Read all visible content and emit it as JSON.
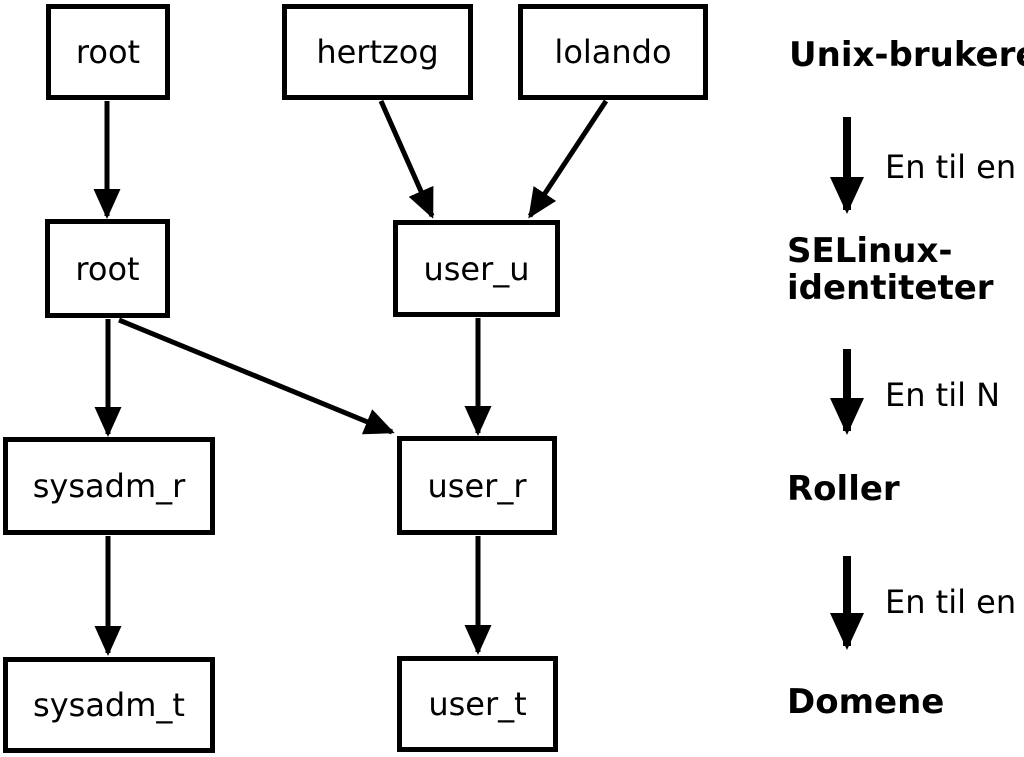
{
  "nodes": {
    "unix_root": "root",
    "unix_hertzog": "hertzog",
    "unix_lolando": "lolando",
    "selinux_root": "root",
    "selinux_user_u": "user_u",
    "role_sysadm_r": "sysadm_r",
    "role_user_r": "user_r",
    "domain_sysadm_t": "sysadm_t",
    "domain_user_t": "user_t"
  },
  "edges": [
    {
      "from": "unix_root",
      "to": "selinux_root"
    },
    {
      "from": "unix_hertzog",
      "to": "selinux_user_u"
    },
    {
      "from": "unix_lolando",
      "to": "selinux_user_u"
    },
    {
      "from": "selinux_root",
      "to": "role_sysadm_r"
    },
    {
      "from": "selinux_root",
      "to": "role_user_r"
    },
    {
      "from": "selinux_user_u",
      "to": "role_user_r"
    },
    {
      "from": "role_sysadm_r",
      "to": "domain_sysadm_t"
    },
    {
      "from": "role_user_r",
      "to": "domain_user_t"
    }
  ],
  "legend": {
    "unix_users_label": "Unix-brukere",
    "selinux_identities_line1": "SELinux-",
    "selinux_identities_line2": "identiteter",
    "roles_label": "Roller",
    "domains_label": "Domene",
    "arrow_labels": [
      "En til en",
      "En til N",
      "En til en"
    ]
  },
  "colors": {
    "background": "#ffffff",
    "box_fill": "#ffffff",
    "box_border": "#000000",
    "line": "#000000",
    "text": "#000000"
  }
}
